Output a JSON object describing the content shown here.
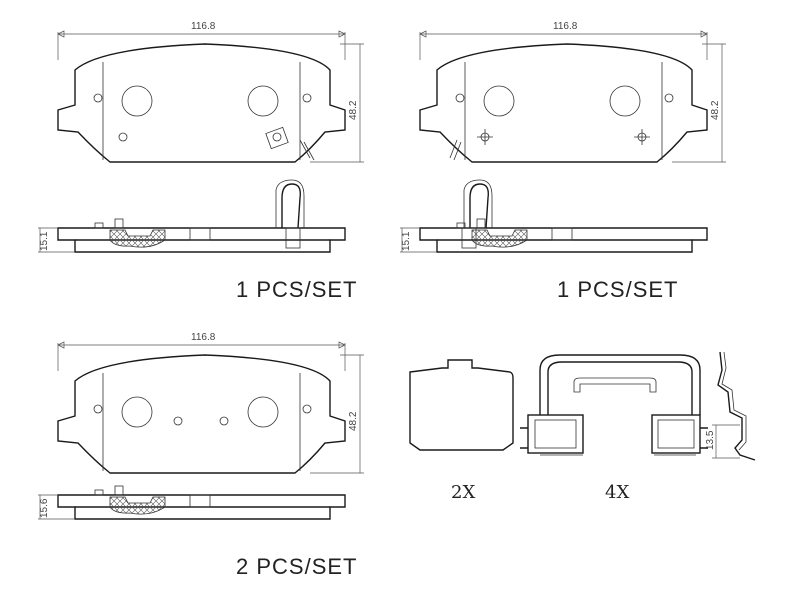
{
  "pads": [
    {
      "width_dim": "116.8",
      "height_dim": "48.2",
      "thickness_dim": "15.1",
      "qty_label": "1 PCS/SET"
    },
    {
      "width_dim": "116.8",
      "height_dim": "48.2",
      "thickness_dim": "15.1",
      "qty_label": "1 PCS/SET"
    },
    {
      "width_dim": "116.8",
      "height_dim": "48.2",
      "thickness_dim": "15.6",
      "qty_label": "2 PCS/SET"
    }
  ],
  "accessories": {
    "shim_qty": "2X",
    "clip_qty": "4X",
    "clip_dim": "13.5"
  }
}
